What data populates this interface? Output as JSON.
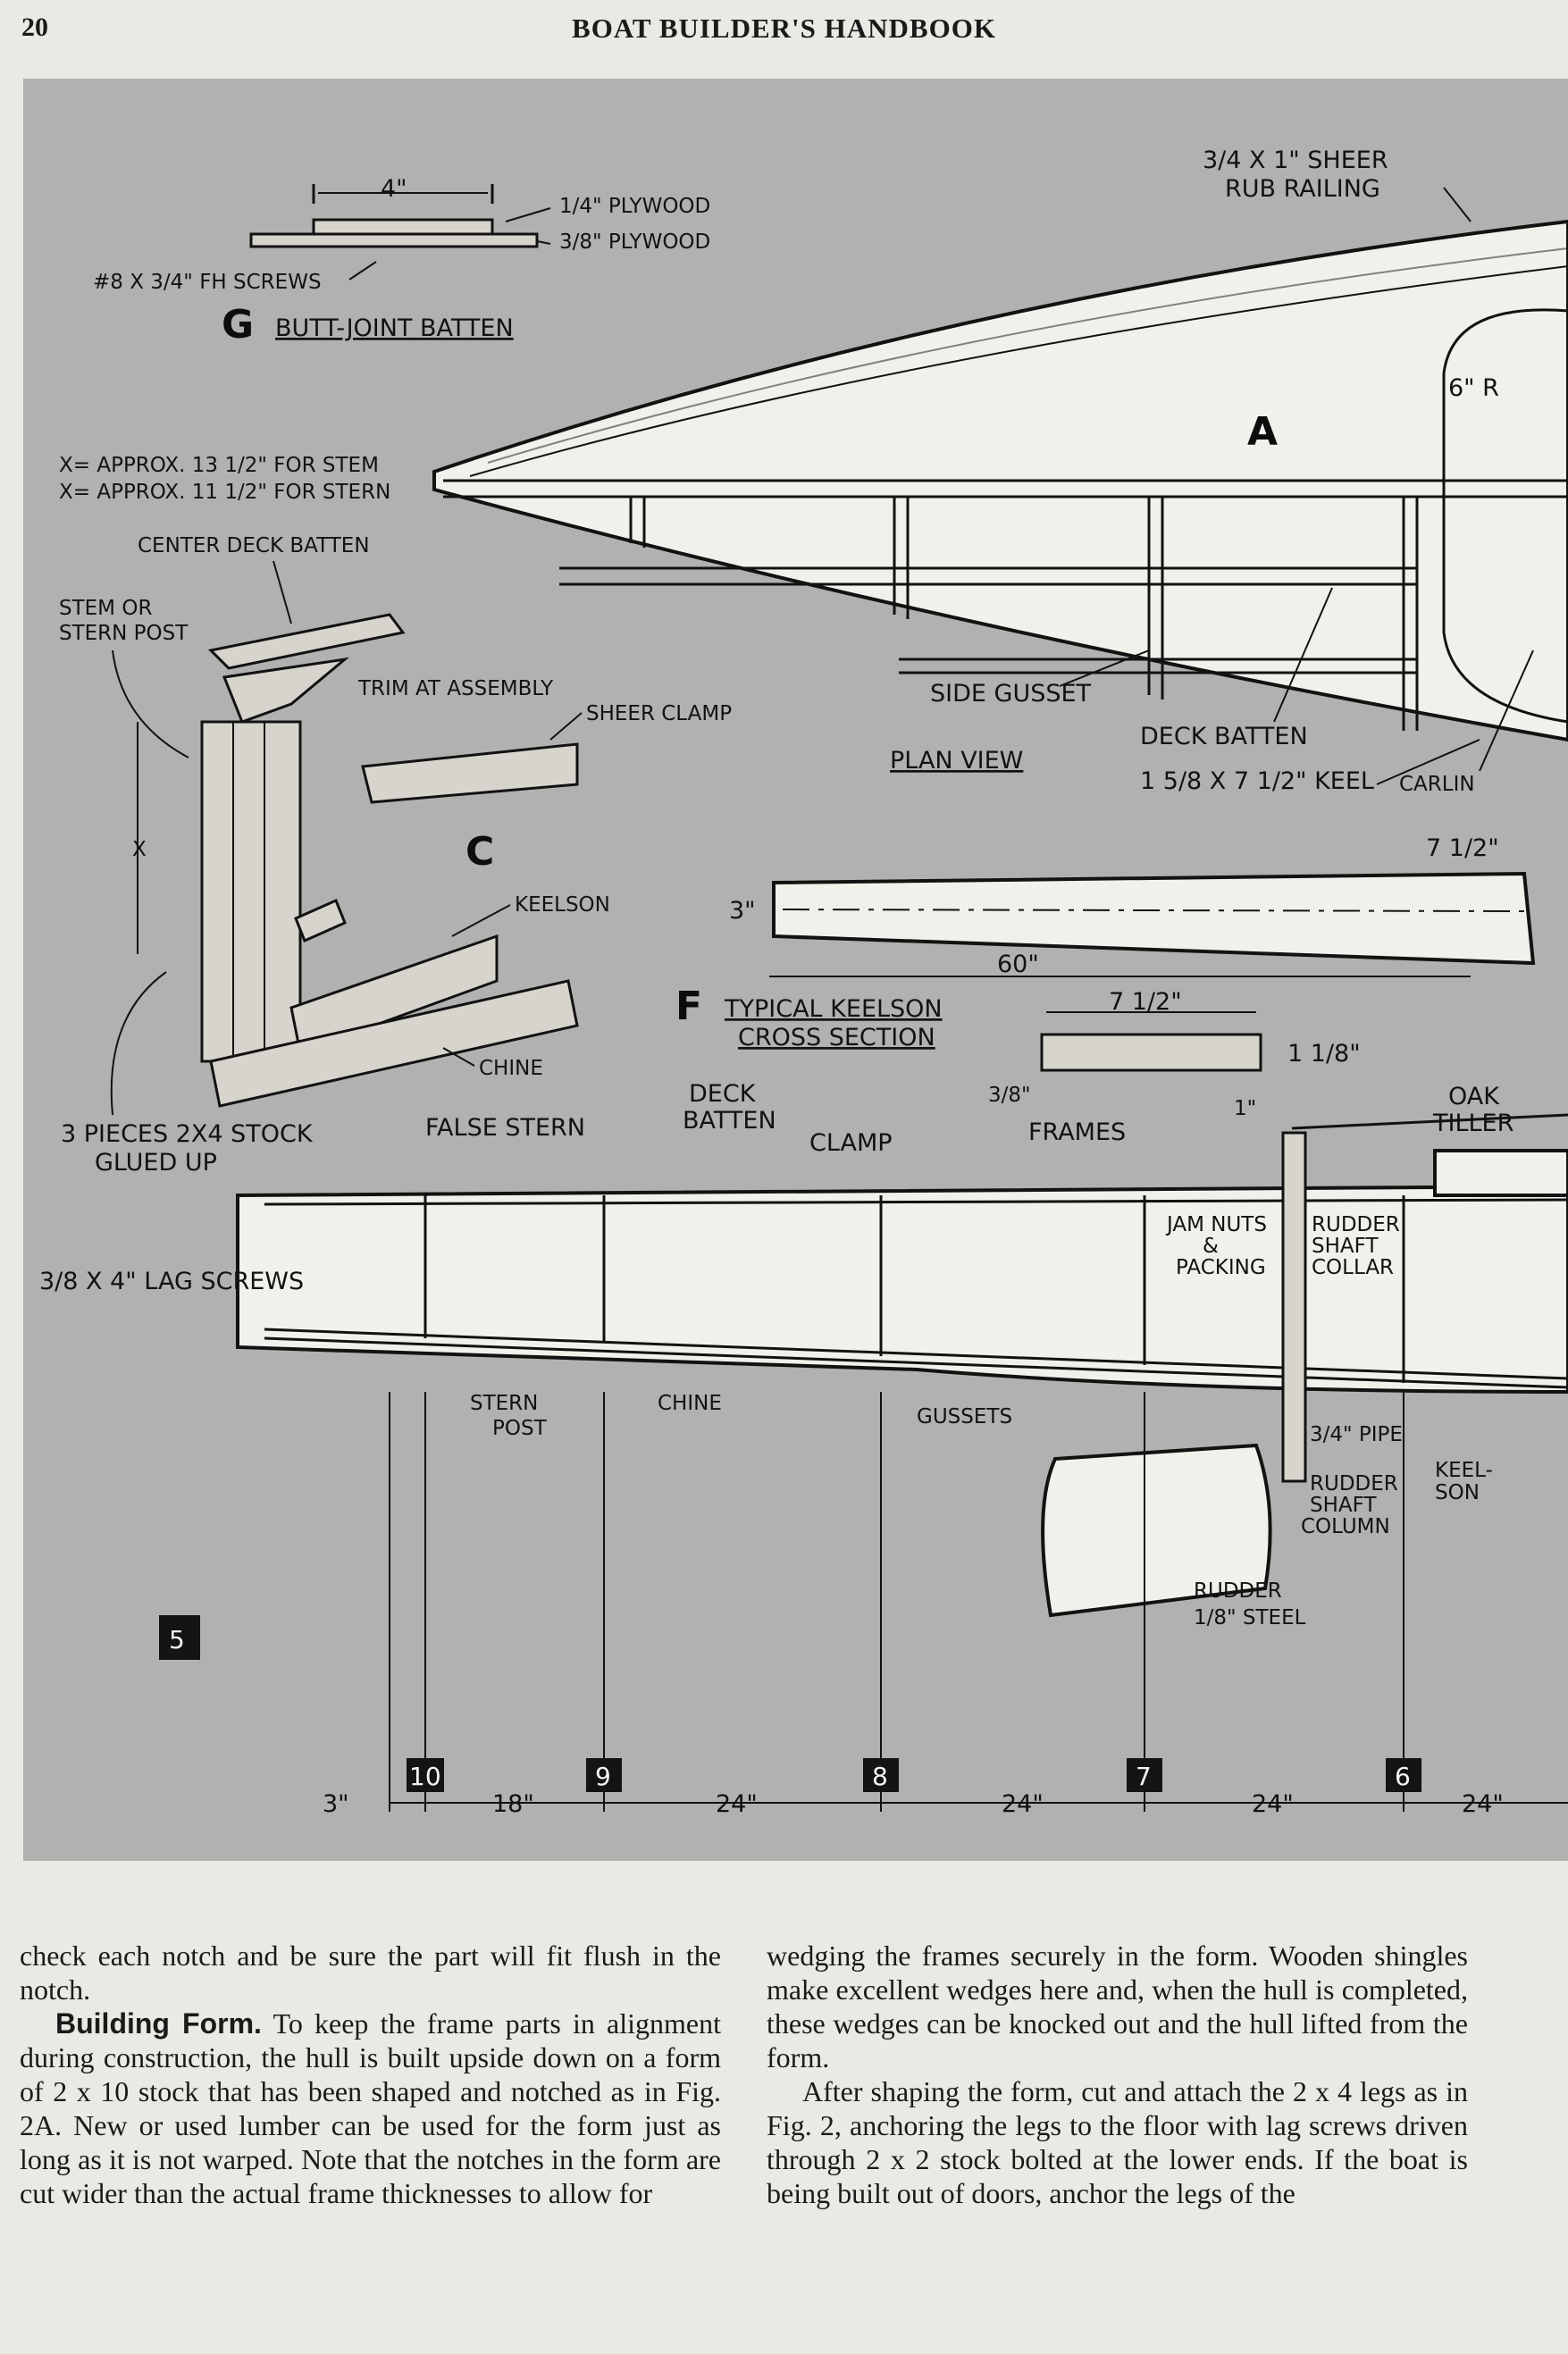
{
  "header": {
    "page_number": "20",
    "running_title": "BOAT BUILDER'S HANDBOOK"
  },
  "figure": {
    "fig_number": "5",
    "detail_g": {
      "letter": "G",
      "title": "BUTT-JOINT BATTEN",
      "width": "4\"",
      "top_ply": "1/4\" PLYWOOD",
      "bottom_ply": "3/8\" PLYWOOD",
      "screws": "#8 X 3/4\" FH SCREWS"
    },
    "plan_view": {
      "title": "PLAN VIEW",
      "letter": "A",
      "sheer_rub": "3/4 X 1\" SHEER",
      "sheer_rub2": "RUB RAILING",
      "radius": "6\" R",
      "side_gusset": "SIDE GUSSET",
      "deck_batten": "DECK BATTEN",
      "keel": "1 5/8 X 7 1/2\" KEEL",
      "carlin": "CARLIN"
    },
    "detail_c": {
      "letter": "C",
      "x_stem": "X= APPROX. 13 1/2\" FOR STEM",
      "x_stern": "X= APPROX. 11 1/2\" FOR STERN",
      "center_batten": "CENTER DECK BATTEN",
      "stem_post": "STEM OR",
      "stem_post2": "STERN POST",
      "trim": "TRIM AT ASSEMBLY",
      "sheer_clamp": "SHEER CLAMP",
      "x": "X",
      "keelson": "KEELSON",
      "chine": "CHINE",
      "pieces": "3 PIECES 2X4 STOCK",
      "pieces2": "GLUED UP"
    },
    "detail_f": {
      "letter": "F",
      "title1": "TYPICAL KEELSON",
      "title2": "CROSS SECTION",
      "depth": "3\"",
      "end_width": "7 1/2\"",
      "length": "60\"",
      "width": "7 1/2\"",
      "thick": "1 1/8\"",
      "rabbet": "3/8\"",
      "edge": "1\""
    },
    "profile": {
      "false_stern": "FALSE STERN",
      "deck_batten": "DECK",
      "deck_batten2": "BATTEN",
      "clamp": "CLAMP",
      "frames": "FRAMES",
      "oak_tiller": "OAK",
      "oak_tiller2": "TILLER",
      "lag_screws": "3/8 X 4\" LAG SCREWS",
      "jam_nuts": "JAM NUTS",
      "jam_nuts2": "&",
      "jam_nuts3": "PACKING",
      "rudder_collar": "RUDDER",
      "rudder_collar2": "SHAFT",
      "rudder_collar3": "COLLAR",
      "stern_post": "STERN",
      "stern_post2": "POST",
      "chine": "CHINE",
      "gussets": "GUSSETS",
      "pipe": "3/4\" PIPE",
      "column": "RUDDER",
      "column2": "SHAFT",
      "column3": "COLUMN",
      "keelson": "KEEL-",
      "keelson2": "SON",
      "rudder": "RUDDER",
      "rudder2": "1/8\" STEEL"
    },
    "stations": [
      {
        "num": "10",
        "spacing": "18\""
      },
      {
        "num": "9",
        "spacing": "24\""
      },
      {
        "num": "8",
        "spacing": "24\""
      },
      {
        "num": "7",
        "spacing": "24\""
      },
      {
        "num": "6",
        "spacing": "24\""
      }
    ],
    "stern_offset": "3\""
  },
  "body": {
    "col1_p1": "check each notch and be sure the part will fit flush in the notch.",
    "col1_head": "Building Form.",
    "col1_p2": " To keep the frame parts in alignment during construction, the hull is built upside down on a form of 2 x 10 stock that has been shaped and notched as in Fig. 2A. New or used lumber can be used for the form just as long as it is not warped. Note that the notches in the form are cut wider than the actual frame thicknesses to allow for",
    "col2_p1": "wedging the frames securely in the form. Wooden shingles make excellent wedges here and, when the hull is completed, these wedges can be knocked out and the hull lifted from the form.",
    "col2_p2": "After shaping the form, cut and attach the 2 x 4 legs as in Fig. 2, anchoring the legs to the floor with lag screws driven through 2 x 2 stock bolted at the lower ends. If the boat is being built out of doors, anchor the legs of the"
  }
}
